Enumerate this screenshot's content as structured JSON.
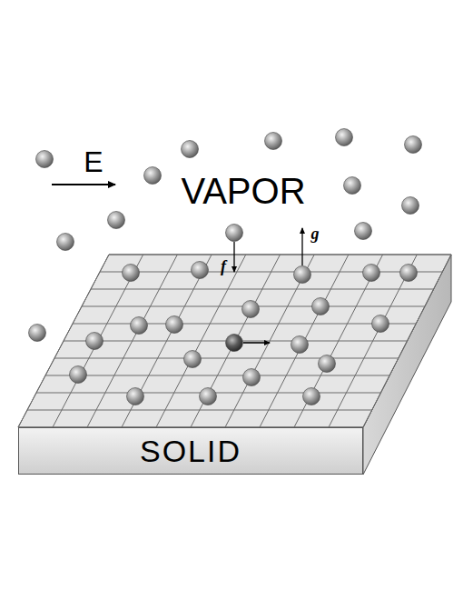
{
  "diagram": {
    "nodes": [
      {
        "text": [
          "SOLID"
        ]
      }
    ],
    "labels": [
      "E",
      "VAPOR",
      "f",
      "g"
    ]
  }
}
